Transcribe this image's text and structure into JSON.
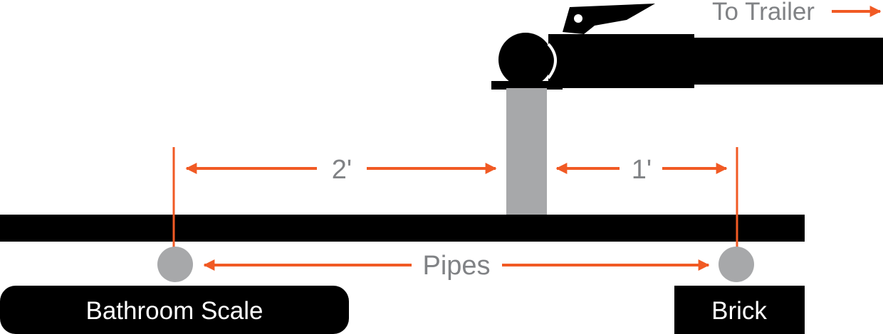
{
  "colors": {
    "accent": "#f15a24",
    "black": "#000000",
    "pipe_gray": "#a7a8aa",
    "white": "#ffffff"
  },
  "labels": {
    "to_trailer": "To Trailer",
    "left_distance": "2'",
    "right_distance": "1'",
    "pipes": "Pipes",
    "scale": "Bathroom Scale",
    "brick": "Brick"
  },
  "icons": {
    "hitch": "trailer-coupler-icon",
    "trailer_arrow": "arrow-right-icon"
  }
}
